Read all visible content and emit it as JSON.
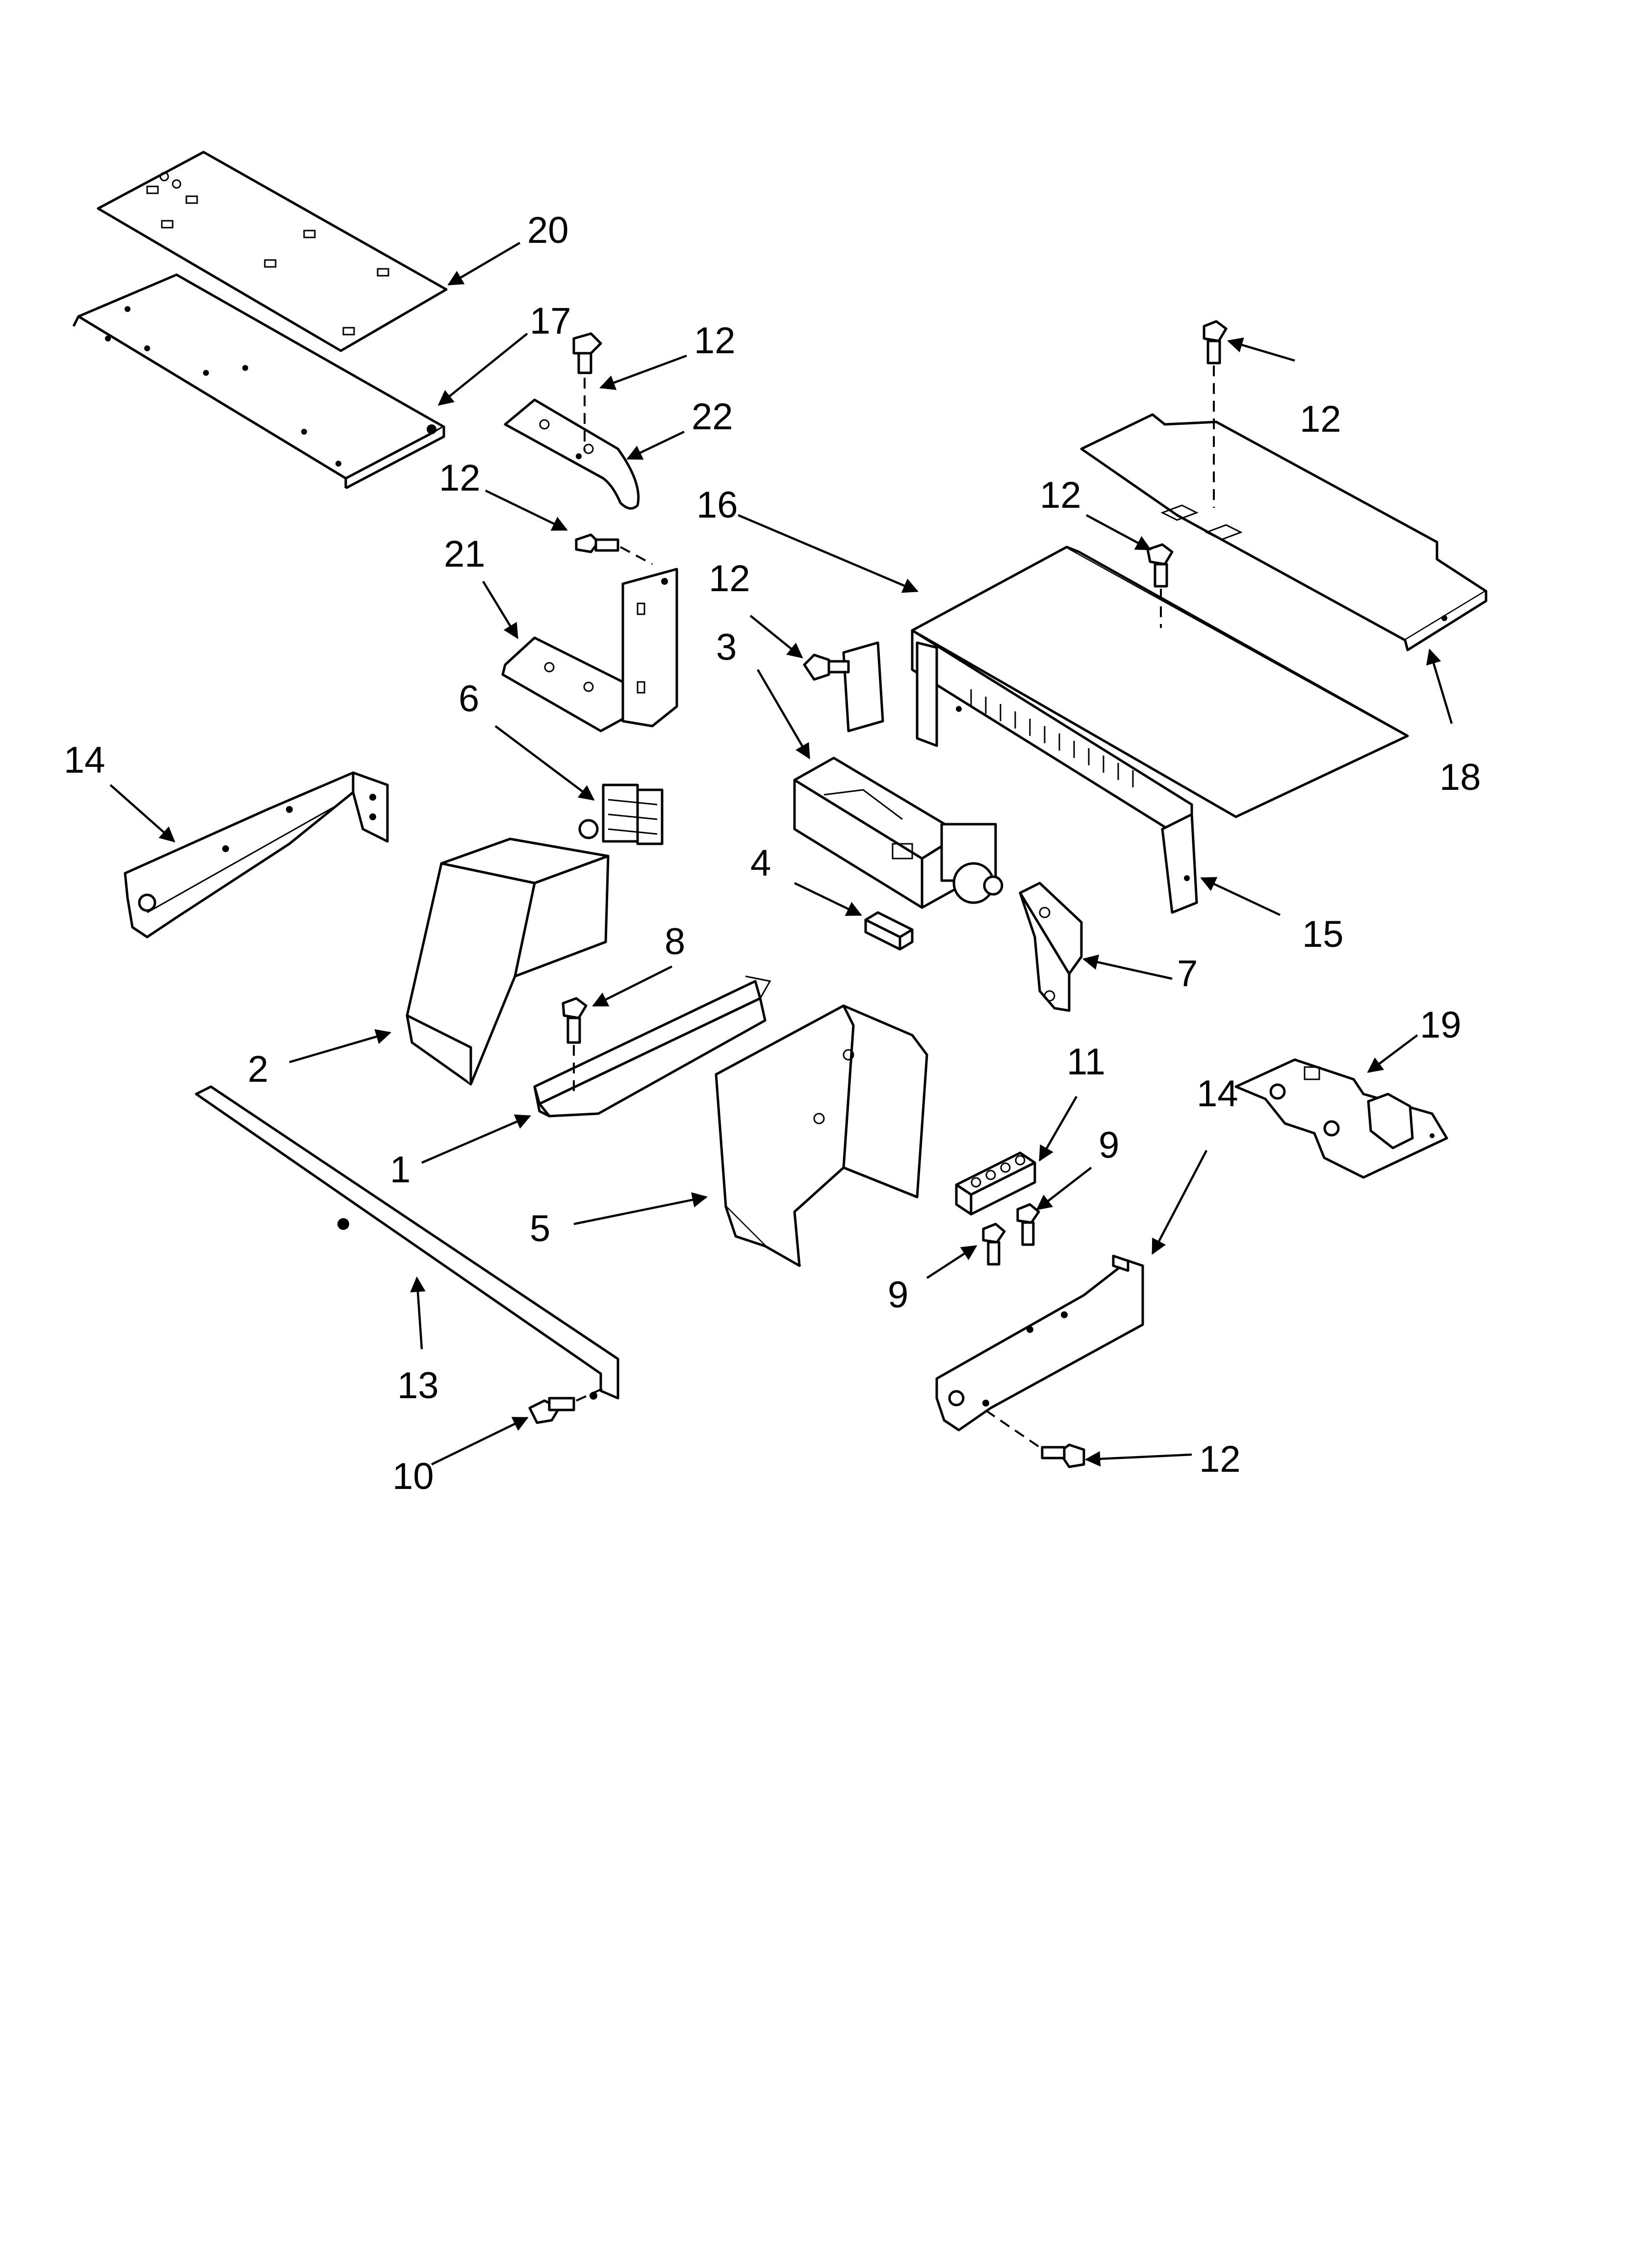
{
  "callouts": {
    "c20": "20",
    "c17": "17",
    "c12_hinge_screw": "12",
    "c22": "22",
    "c12_bracket_screw": "12",
    "c21": "21",
    "c6": "6",
    "c14_left": "14",
    "c2": "2",
    "c8": "8",
    "c1": "1",
    "c13": "13",
    "c10": "10",
    "c5": "5",
    "c16": "16",
    "c12_panel_screw": "12",
    "c3": "3",
    "c4": "4",
    "c7": "7",
    "c15": "15",
    "c12_cover_screw": "12",
    "c12_top_screw": "12",
    "c18": "18",
    "c19": "19",
    "c11": "11",
    "c9_upper": "9",
    "c9_lower": "9",
    "c14_right": "14",
    "c12_side_screw": "12"
  }
}
